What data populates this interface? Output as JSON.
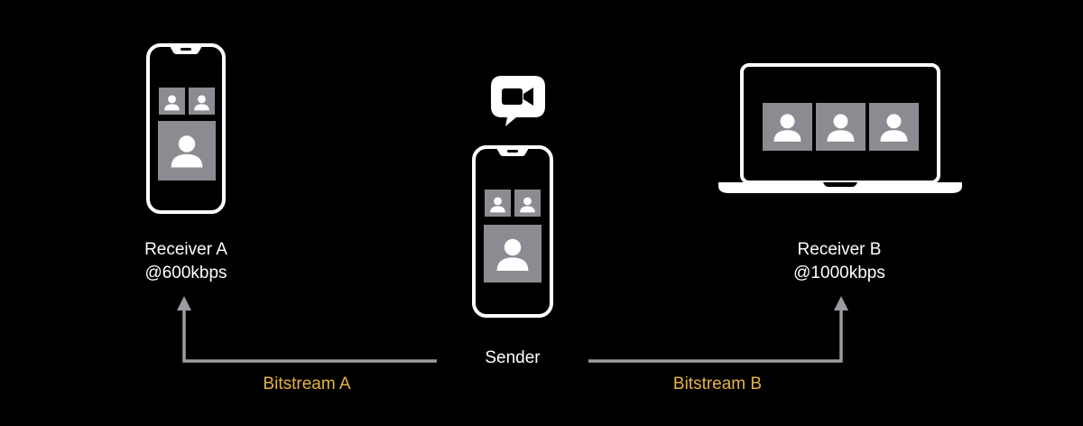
{
  "receiver_a": {
    "name": "Receiver A",
    "bitrate": "@600kbps"
  },
  "receiver_b": {
    "name": "Receiver B",
    "bitrate": "@1000kbps"
  },
  "sender": {
    "name": "Sender",
    "app_icon": "facetime-video-icon"
  },
  "streams": {
    "a_label": "Bitstream A",
    "b_label": "Bitstream B"
  },
  "colors": {
    "background": "#000000",
    "device_outline": "#ffffff",
    "tile_fill": "#8a8c91",
    "person_glyph": "#ffffff",
    "arrow": "#9a9ca2",
    "stream_label": "#e6b341",
    "text": "#ffffff"
  },
  "icons": {
    "phone": "phone-icon",
    "laptop": "laptop-icon",
    "person": "person-icon",
    "arrow_up": "arrow-up-icon"
  }
}
